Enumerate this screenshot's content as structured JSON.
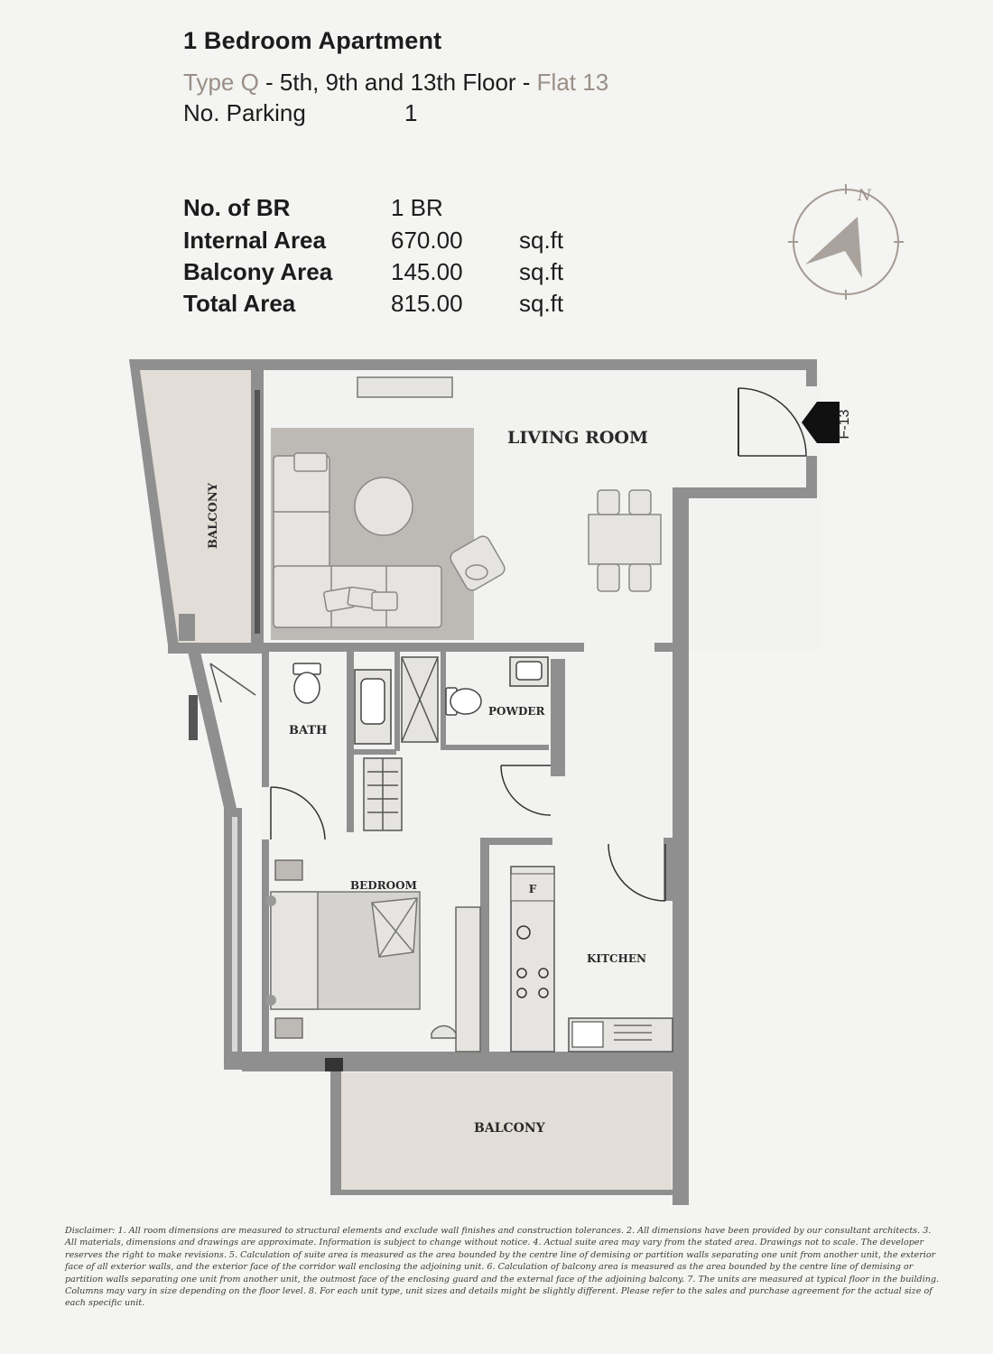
{
  "header": {
    "title": "1 Bedroom Apartment",
    "type_label": "Type Q",
    "floors": " - 5th, 9th and 13th Floor - ",
    "flat_label": "Flat 13",
    "parking_label": "No. Parking",
    "parking_value": "1"
  },
  "areas": [
    {
      "label": "No. of BR",
      "value": "1 BR",
      "unit": ""
    },
    {
      "label": "Internal Area",
      "value": "670.00",
      "unit": "sq.ft"
    },
    {
      "label": "Balcony Area",
      "value": "145.00",
      "unit": "sq.ft"
    },
    {
      "label": "Total Area",
      "value": "815.00",
      "unit": "sq.ft"
    }
  ],
  "compass": {
    "north_label": "N"
  },
  "rooms": {
    "living": "LIVING ROOM",
    "balcony_left": "BALCONY",
    "bath": "BATH",
    "powder": "POWDER",
    "bedroom": "BEDROOM",
    "kitchen": "KITCHEN",
    "balcony_bottom": "BALCONY",
    "fridge": "F",
    "entrance_tag": "F-13"
  },
  "disclaimer": "Disclaimer: 1. All room dimensions are measured to structural elements and exclude wall finishes and construction tolerances. 2. All dimensions have been provided by our consultant architects. 3. All materials, dimensions and drawings are approximate. Information is subject to change without notice. 4. Actual suite area may vary from the stated area. Drawings not to scale. The developer reserves the right to make revisions. 5. Calculation of suite area is measured as the area bounded by the centre line of demising or partition walls separating one unit from another unit, the exterior face of all exterior walls, and the exterior face of the corridor wall enclosing the adjoining unit. 6. Calculation of balcony area is measured as the area bounded by the centre line of demising or partition walls separating one unit from another unit, the outmost face of the enclosing guard and the external face of the adjoining balcony. 7. The units are measured at typical floor in the building. Columns may vary in size depending on the floor level. 8. For each unit type, unit sizes and details might be slightly different. Please refer to the sales and purchase agreement for the actual size of each specific unit.",
  "colors": {
    "wall": "#8f8f8f",
    "balcony_fill": "#e2ddd6",
    "floor_fill": "#f2f2f0",
    "rug": "#bdbab5",
    "furniture": "#e6e4e0",
    "accent": "#9a8f87"
  }
}
